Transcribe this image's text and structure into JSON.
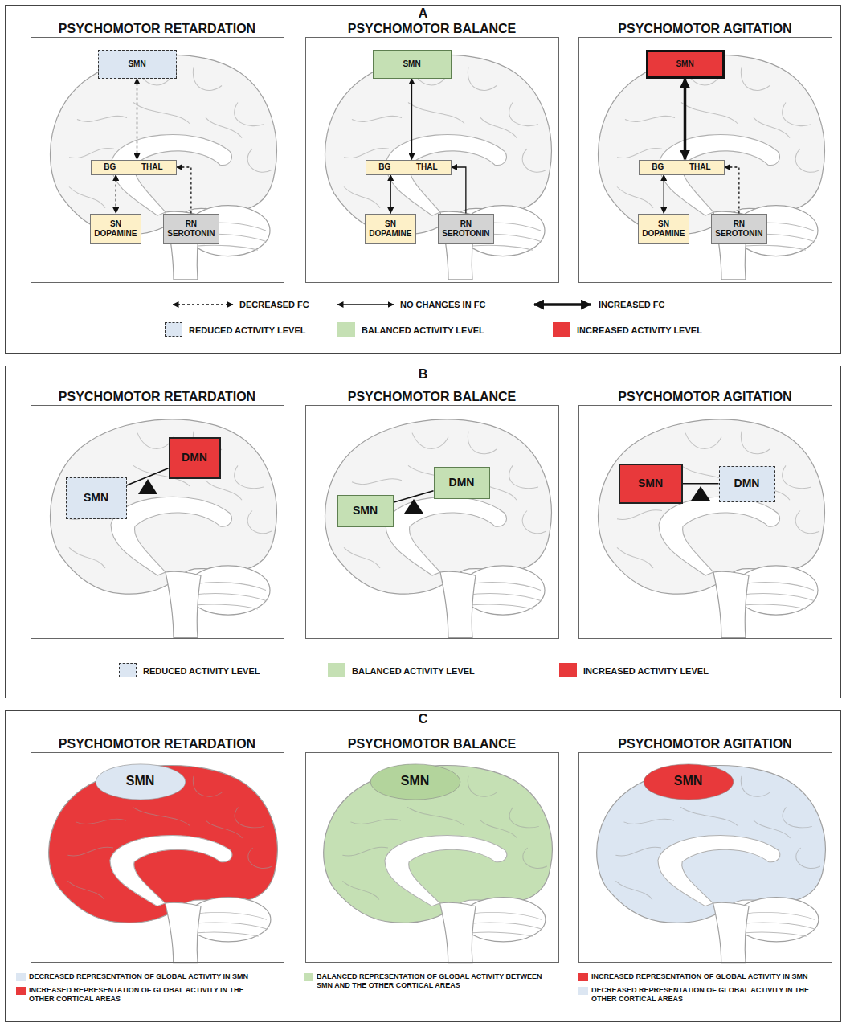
{
  "diagram": {
    "nodes": [
      {
        "text": [
          "A"
        ]
      },
      {
        "text": [
          "PSYCHOMOTOR RETARDATION"
        ],
        "in": 0
      },
      {
        "text": [
          "SMN"
        ],
        "in": 1
      },
      {
        "text": [
          "BG",
          "THAL"
        ],
        "in": 1
      },
      {
        "text": [
          "SN DOPAMINE"
        ],
        "in": 1
      },
      {
        "text": [
          "RN SEROTONIN"
        ],
        "in": 1
      },
      {
        "text": [
          "PSYCHOMOTOR BALANCE"
        ],
        "in": 0
      },
      {
        "text": [
          "SMN"
        ],
        "in": 6
      },
      {
        "text": [
          "BG",
          "THAL"
        ],
        "in": 6
      },
      {
        "text": [
          "SN DOPAMINE"
        ],
        "in": 6
      },
      {
        "text": [
          "RN SEROTONIN"
        ],
        "in": 6
      },
      {
        "text": [
          "PSYCHOMOTOR AGITATION"
        ],
        "in": 0
      },
      {
        "text": [
          "SMN"
        ],
        "in": 11
      },
      {
        "text": [
          "BG",
          "THAL"
        ],
        "in": 11
      },
      {
        "text": [
          "SN DOPAMINE"
        ],
        "in": 11
      },
      {
        "text": [
          "RN SEROTONIN"
        ],
        "in": 11
      },
      {
        "text": [
          "B"
        ]
      },
      {
        "text": [
          "PSYCHOMOTOR RETARDATION"
        ],
        "in": 16
      },
      {
        "text": [
          "SMN"
        ],
        "in": 17
      },
      {
        "text": [
          "DMN"
        ],
        "in": 17
      },
      {
        "text": [
          "PSYCHOMOTOR BALANCE"
        ],
        "in": 16
      },
      {
        "text": [
          "SMN"
        ],
        "in": 20
      },
      {
        "text": [
          "DMN"
        ],
        "in": 20
      },
      {
        "text": [
          "PSYCHOMOTOR AGITATION"
        ],
        "in": 16
      },
      {
        "text": [
          "SMN"
        ],
        "in": 23
      },
      {
        "text": [
          "DMN"
        ],
        "in": 23
      },
      {
        "text": [
          "C"
        ]
      },
      {
        "text": [
          "PSYCHOMOTOR RETARDATION"
        ],
        "in": 26
      },
      {
        "text": [
          "SMN"
        ],
        "in": 27
      },
      {
        "text": [
          "PSYCHOMOTOR BALANCE"
        ],
        "in": 26
      },
      {
        "text": [
          "SMN"
        ],
        "in": 29
      },
      {
        "text": [
          "PSYCHOMOTOR AGITATION"
        ],
        "in": 26
      },
      {
        "text": [
          "SMN"
        ],
        "in": 31
      }
    ],
    "edges": [
      {
        "from": 2,
        "to": 3,
        "arrow": "both"
      },
      {
        "from": 3,
        "to": 4,
        "arrow": "both"
      },
      {
        "from": 5,
        "to": 3,
        "arrow": "to"
      },
      {
        "from": 7,
        "to": 8,
        "arrow": "both"
      },
      {
        "from": 8,
        "to": 9,
        "arrow": "both"
      },
      {
        "from": 10,
        "to": 8,
        "arrow": "to"
      },
      {
        "from": 12,
        "to": 13,
        "arrow": "both"
      },
      {
        "from": 13,
        "to": 14,
        "arrow": "both"
      },
      {
        "from": 15,
        "to": 13,
        "arrow": "to"
      },
      {
        "from": 18,
        "to": 19,
        "arrow": "none"
      },
      {
        "from": 21,
        "to": 22,
        "arrow": "none"
      },
      {
        "from": 24,
        "to": 25,
        "arrow": "none"
      }
    ],
    "legend": [
      {
        "text": "DECREASED FC"
      },
      {
        "text": "NO CHANGES IN FC"
      },
      {
        "text": "INCREASED FC"
      },
      {
        "text": "REDUCED ACTIVITY LEVEL",
        "color": "#dce6f2"
      },
      {
        "text": "BALANCED ACTIVITY LEVEL",
        "color": "#c5e0b4"
      },
      {
        "text": "INCREASED ACTIVITY LEVEL",
        "color": "#e8393b"
      },
      {
        "text": "REDUCED ACTIVITY LEVEL",
        "color": "#dce6f2"
      },
      {
        "text": "BALANCED ACTIVITY LEVEL",
        "color": "#c5e0b4"
      },
      {
        "text": "INCREASED ACTIVITY LEVEL",
        "color": "#e8393b"
      },
      {
        "text": "DECREASED REPRESENTATION OF GLOBAL ACTIVITY IN SMN",
        "color": "#dce6f2"
      },
      {
        "text": "INCREASED REPRESENTATION OF GLOBAL ACTIVITY IN THE OTHER CORTICAL AREAS",
        "color": "#e8393b"
      },
      {
        "text": "BALANCED REPRESENTATION OF GLOBAL ACTIVITY BETWEEN SMN AND THE OTHER CORTICAL AREAS",
        "color": "#c5e0b4"
      },
      {
        "text": "INCREASED REPRESENTATION OF GLOBAL ACTIVITY IN SMN",
        "color": "#e8393b"
      },
      {
        "text": "DECREASED REPRESENTATION OF GLOBAL ACTIVITY IN THE OTHER CORTICAL AREAS",
        "color": "#dce6f2"
      }
    ]
  }
}
